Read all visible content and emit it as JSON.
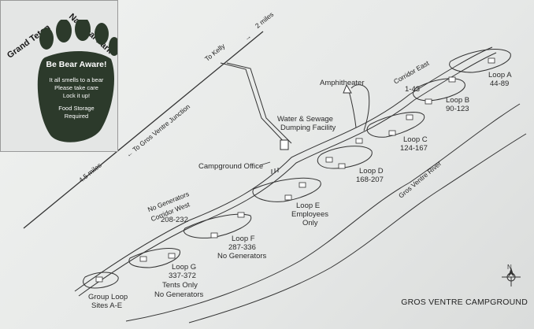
{
  "sign": {
    "park_line1": "Grand Teton",
    "park_line2": "National Park",
    "heading": "Be Bear Aware!",
    "line1": "It all smells to a bear",
    "line2": "Please take care",
    "line3": "Lock it up!",
    "line4": "Food Storage",
    "line5": "Required"
  },
  "roads": {
    "to_kelly": "To Kelly",
    "kelly_arrow": "→",
    "kelly_distance": "2 miles",
    "to_junction": "← To Gros Ventre Junction",
    "junction_distance": "4.5 miles"
  },
  "places": {
    "amphitheater": "Amphitheater",
    "dumping_1": "Water & Sewage",
    "dumping_2": "Dumping Facility",
    "campground_office": "Campground Office",
    "corridor_east_1": "Corridor East",
    "corridor_east_2": "1-43",
    "corridor_west_1": "No Generators",
    "corridor_west_2": "Corridor West",
    "corridor_west_3": "208-232",
    "loop_a_1": "Loop A",
    "loop_a_2": "44-89",
    "loop_b_1": "Loop B",
    "loop_b_2": "90-123",
    "loop_c_1": "Loop C",
    "loop_c_2": "124-167",
    "loop_d_1": "Loop D",
    "loop_d_2": "168-207",
    "loop_e_1": "Loop E",
    "loop_e_2": "Employees",
    "loop_e_3": "Only",
    "loop_f_1": "Loop F",
    "loop_f_2": "287-336",
    "loop_f_3": "No Generators",
    "loop_g_1": "Loop G",
    "loop_g_2": "337-372",
    "loop_g_3": "Tents Only",
    "loop_g_4": "No Generators",
    "group_1": "Group Loop",
    "group_2": "Sites A-E",
    "river": "Gros Ventre River"
  },
  "compass": {
    "north": "N"
  },
  "map_title": "GROS VENTRE CAMPGROUND",
  "colors": {
    "line": "#333333",
    "sign_green": "#7a8f74",
    "paw_dark": "#2c3a2b",
    "paper": "#e9ebe9"
  }
}
